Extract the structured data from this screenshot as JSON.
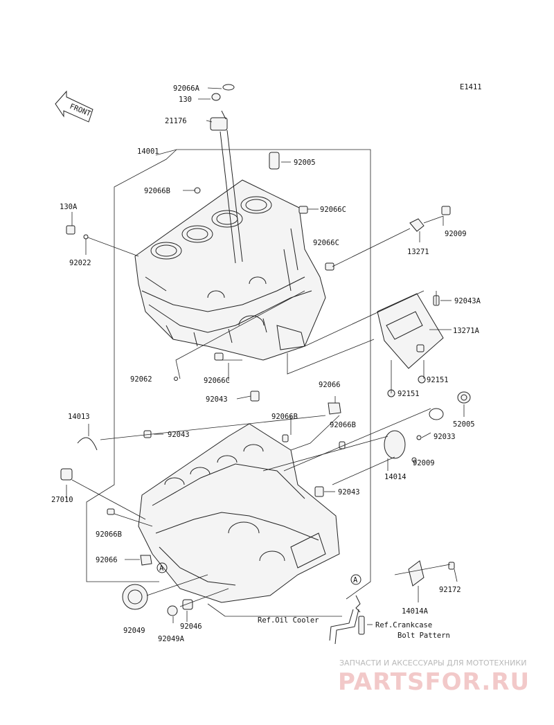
{
  "diagram_code": "E1411",
  "front_badge": "FRONT",
  "part_labels": {
    "p92066A": "92066A",
    "p130": "130",
    "p21176": "21176",
    "p14001": "14001",
    "p92005": "92005",
    "p92066B_top": "92066B",
    "p92066C_a": "92066C",
    "p130A": "130A",
    "p92009_top": "92009",
    "p92066C_b": "92066C",
    "p13271": "13271",
    "p92022": "92022",
    "p92043A": "92043A",
    "p13271A": "13271A",
    "p92062": "92062",
    "p92066C_c": "92066C",
    "p92151_a": "92151",
    "p92151_b": "92151",
    "p92066_top": "92066",
    "p92043_a": "92043",
    "p14013": "14013",
    "p92066B_b": "92066B",
    "p92066B_c": "92066B",
    "p52005": "52005",
    "p92043_b": "92043",
    "p92033": "92033",
    "p92009_mid": "92009",
    "p27010": "27010",
    "p14014": "14014",
    "p92043_c": "92043",
    "p92066B_d": "92066B",
    "p92066_bottom": "92066",
    "p92172": "92172",
    "p14014A": "14014A",
    "p92049": "92049",
    "p92046": "92046",
    "p92049A": "92049A"
  },
  "callout_marker": "A",
  "references": {
    "oil_cooler": "Ref.Oil Cooler",
    "crankcase_line1": "Ref.Crankcase",
    "crankcase_line2": "Bolt Pattern"
  },
  "watermark": {
    "tagline": "ЗАПЧАСТИ И АКСЕССУАРЫ ДЛЯ МОТОТЕХНИКИ",
    "brand": "PARTSFOR.RU"
  }
}
